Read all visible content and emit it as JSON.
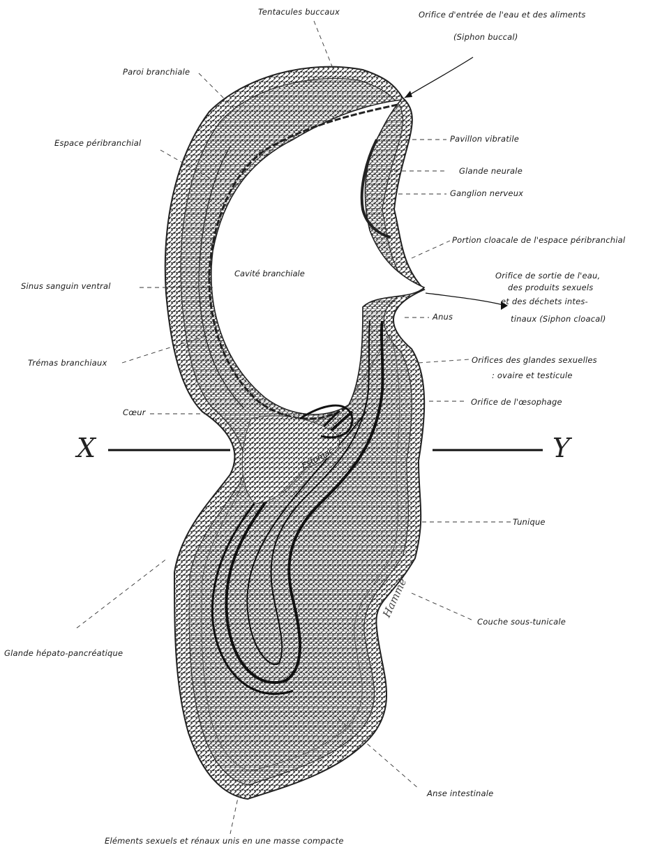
{
  "labels": {
    "tentacules": "Tentacules buccaux",
    "orifice_entree_1": "Orifice d'entrée de l'eau et des aliments",
    "orifice_entree_2": "(Siphon buccal)",
    "paroi_branchiale": "Paroi branchiale",
    "espace_peri": "Espace péribranchial",
    "pavillon": "Pavillon vibratile",
    "glande_neurale": "Glande neurale",
    "ganglion": "Ganglion nerveux",
    "portion_cloacale": "Portion cloacale de l'espace péribranchial",
    "cavite": "Cavité branchiale",
    "sinus": "Sinus sanguin ventral",
    "orifice_sortie_1": "Orifice de sortie de l'eau,",
    "orifice_sortie_2": "des produits sexuels",
    "orifice_sortie_3": "et des déchets intes-",
    "orifice_sortie_4": "tinaux (Siphon cloacal)",
    "anus": "Anus",
    "tremas": "Trémas branchiaux",
    "orifices_glandes_1": "Orifices des glandes sexuelles",
    "orifices_glandes_2": ": ovaire et testicule",
    "coeur": "Cœur",
    "oesophage": "Orifice de l'œsophage",
    "estomac": "Estomac",
    "tunique": "Tunique",
    "couche": "Couche sous-tunicale",
    "glande_hepato": "Glande hépato-pancréatique",
    "anse": "Anse intestinale",
    "elements": "Eléments sexuels et rénaux unis en une masse compacte"
  },
  "axis": {
    "left": "X",
    "right": "Y"
  },
  "signature": "Hammé"
}
